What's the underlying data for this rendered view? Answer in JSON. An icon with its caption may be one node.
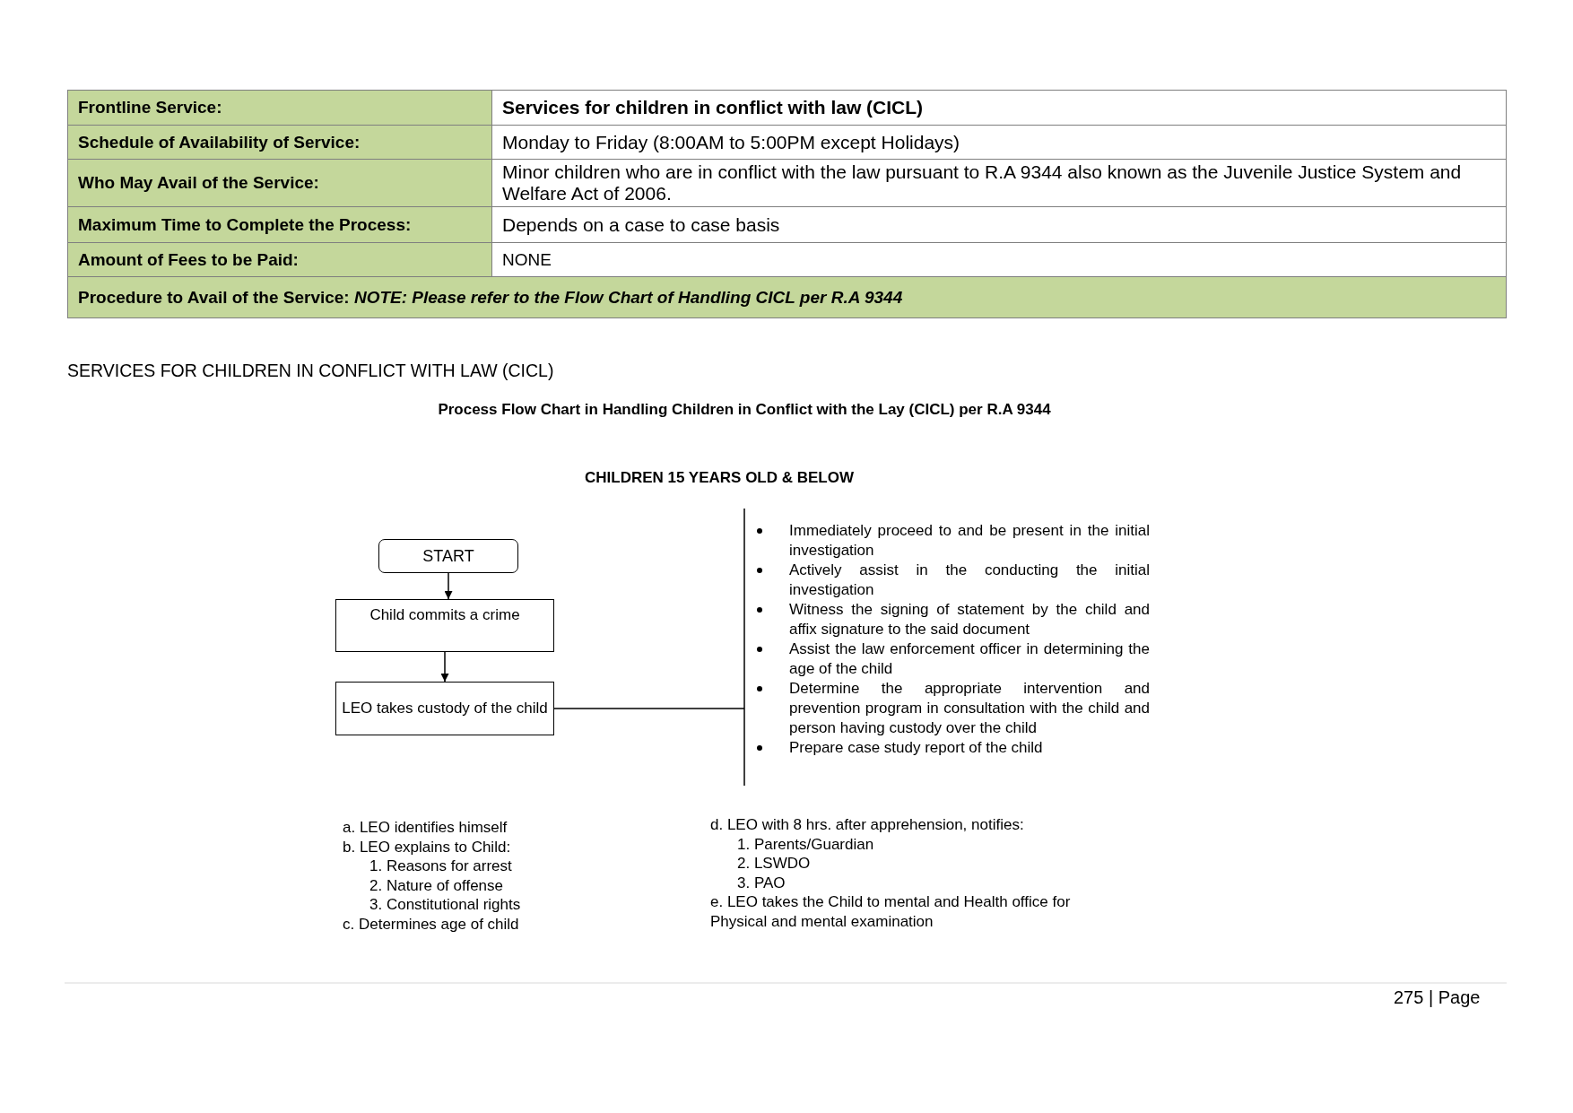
{
  "diagram": {
    "title": "Process Flow Chart in Handling Children in Conflict with the Lay (CICL) per R.A 9344",
    "nodes": [
      {
        "text": [
          "START"
        ]
      },
      {
        "text": [
          "Child commits a crime"
        ]
      },
      {
        "text": [
          "LEO takes custody of the child"
        ]
      },
      {
        "text": [
          "Immediately proceed to and be present in the initial investigation",
          "Actively assist in the conducting the initial investigation",
          "Witness the signing of statement by the child and affix signature to the said document",
          "Assist the law enforcement officer in determining the age of the child",
          "Determine the appropriate intervention and prevention program in consultation with the child and person having custody over the child",
          "Prepare case study report of the child"
        ]
      }
    ],
    "edges": [
      {
        "from": 0,
        "to": 1,
        "arrow": "to"
      },
      {
        "from": 1,
        "to": 2,
        "arrow": "to"
      },
      {
        "from": 2,
        "to": 3,
        "arrow": "none"
      }
    ],
    "labels": [
      "Frontline Service:",
      "Services for children in conflict with law (CICL)",
      "Schedule of Availability of Service:",
      "Monday to Friday (8:00AM to 5:00PM except Holidays)",
      "Who May Avail of the Service:",
      "Minor children who are in conflict with the law pursuant to R.A 9344 also known as the Juvenile Justice System and Welfare Act of 2006.",
      "Maximum Time to Complete the Process:",
      "Depends on a case to case basis",
      "Amount of Fees to be Paid:",
      "NONE",
      "Procedure to Avail of the Service: *NOTE: Please refer to the Flow Chart of Handling CICL per R.A 9344*",
      "SERVICES FOR CHILDREN IN CONFLICT WITH LAW (CICL)",
      "CHILDREN 15 YEARS OLD & BELOW",
      "a. LEO identifies himself",
      "b. LEO explains to Child:",
      "1. Reasons for arrest",
      "2. Nature of offense",
      "3. Constitutional rights",
      "c. Determines age of child",
      "d. LEO with 8 hrs. after apprehension, notifies:",
      "1. Parents/Guardian",
      "2. LSWDO",
      "3. PAO",
      "e. LEO takes the Child to mental and Health office for Physical and mental examination",
      "275 | Page"
    ]
  }
}
